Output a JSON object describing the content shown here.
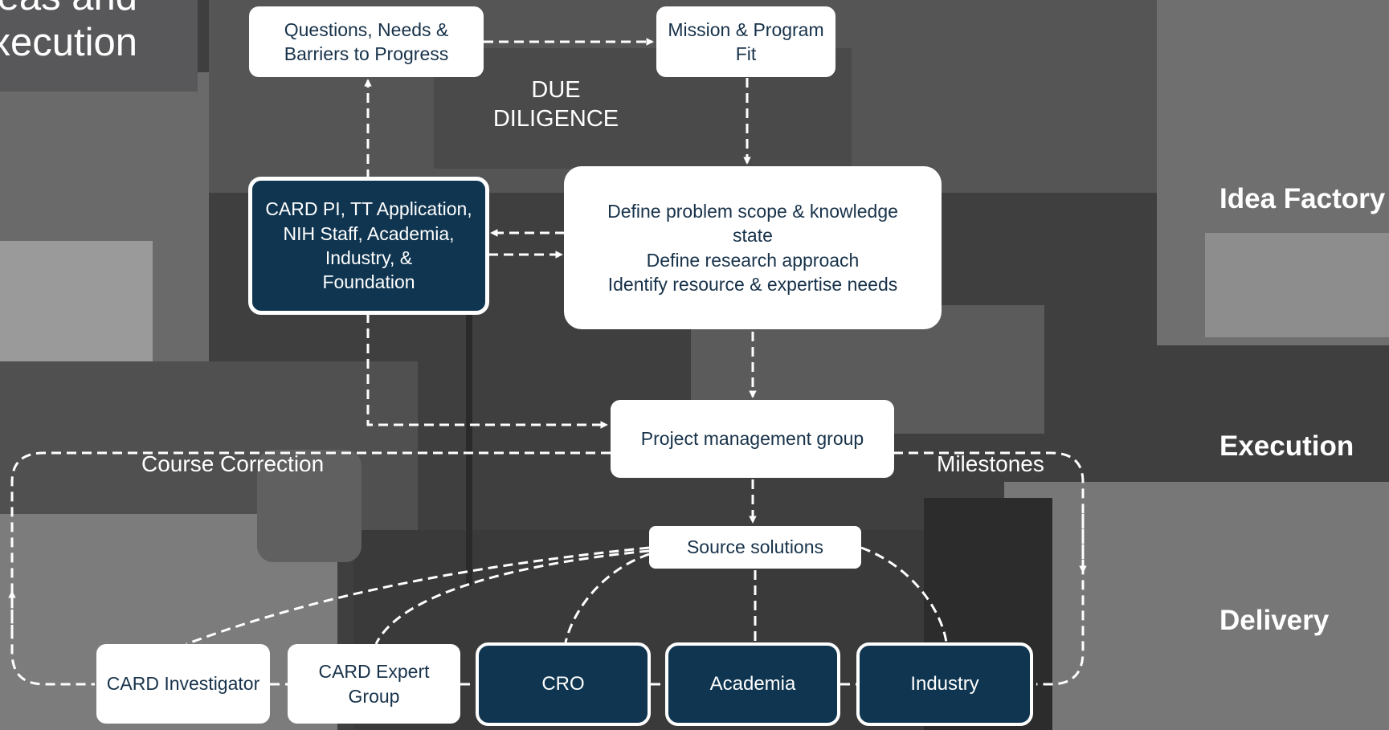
{
  "slide": {
    "title_lines": [
      "Ideas and",
      "Execution"
    ],
    "stage_labels": {
      "idea_factory": "Idea Factory",
      "execution": "Execution",
      "delivery": "Delivery"
    },
    "due_diligence": "DUE\nDILIGENCE",
    "course_correction": "Course Correction",
    "milestones": "Milestones"
  },
  "nodes": {
    "questions": "Questions, Needs &\nBarriers to Progress",
    "mission": "Mission & Program\nFit",
    "card_pi": "CARD PI, TT Application,\nNIH Staff, Academia,\nIndustry, &\nFoundation",
    "define": "Define problem scope & knowledge\nstate\nDefine research approach\nIdentify resource & expertise needs",
    "pmg": "Project management group",
    "source": "Source solutions",
    "card_investigator": "CARD Investigator",
    "card_expert": "CARD Expert\nGroup",
    "cro": "CRO",
    "academia": "Academia",
    "industry": "Industry"
  },
  "colors": {
    "navy": "#0f3550",
    "box_white": "#ffffff",
    "box_text": "#17324a",
    "arrow": "#ffffff",
    "background": "#3d3d3d"
  }
}
